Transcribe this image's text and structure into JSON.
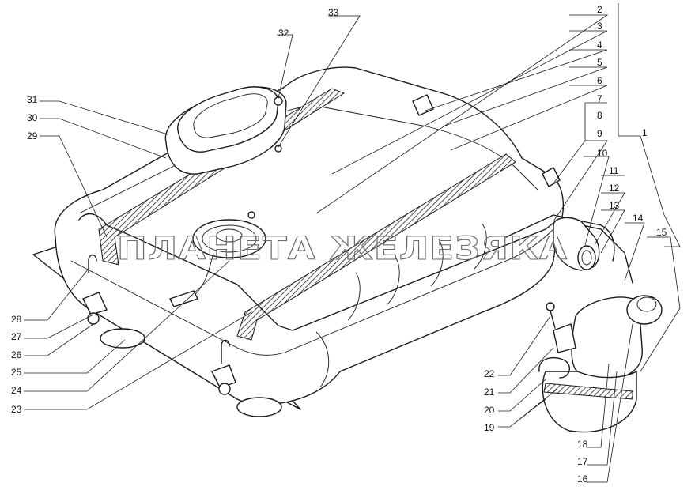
{
  "watermark": "ПЛАНЕТА ЖЕЛЕЗЯКА",
  "callouts": [
    {
      "id": "1",
      "label": "1"
    },
    {
      "id": "2",
      "label": "2"
    },
    {
      "id": "3",
      "label": "3"
    },
    {
      "id": "4",
      "label": "4"
    },
    {
      "id": "5",
      "label": "5"
    },
    {
      "id": "6",
      "label": "6"
    },
    {
      "id": "7",
      "label": "7"
    },
    {
      "id": "8",
      "label": "8"
    },
    {
      "id": "9",
      "label": "9"
    },
    {
      "id": "10",
      "label": "10"
    },
    {
      "id": "11",
      "label": "11"
    },
    {
      "id": "12",
      "label": "12"
    },
    {
      "id": "13",
      "label": "13"
    },
    {
      "id": "14",
      "label": "14"
    },
    {
      "id": "15",
      "label": "15"
    },
    {
      "id": "16",
      "label": "16"
    },
    {
      "id": "17",
      "label": "17"
    },
    {
      "id": "18",
      "label": "18"
    },
    {
      "id": "19",
      "label": "19"
    },
    {
      "id": "20",
      "label": "20"
    },
    {
      "id": "21",
      "label": "21"
    },
    {
      "id": "22",
      "label": "22"
    },
    {
      "id": "23",
      "label": "23"
    },
    {
      "id": "24",
      "label": "24"
    },
    {
      "id": "25",
      "label": "25"
    },
    {
      "id": "26",
      "label": "26"
    },
    {
      "id": "27",
      "label": "27"
    },
    {
      "id": "28",
      "label": "28"
    },
    {
      "id": "29",
      "label": "29"
    },
    {
      "id": "30",
      "label": "30"
    },
    {
      "id": "31",
      "label": "31"
    },
    {
      "id": "32",
      "label": "32"
    },
    {
      "id": "33",
      "label": "33"
    }
  ]
}
